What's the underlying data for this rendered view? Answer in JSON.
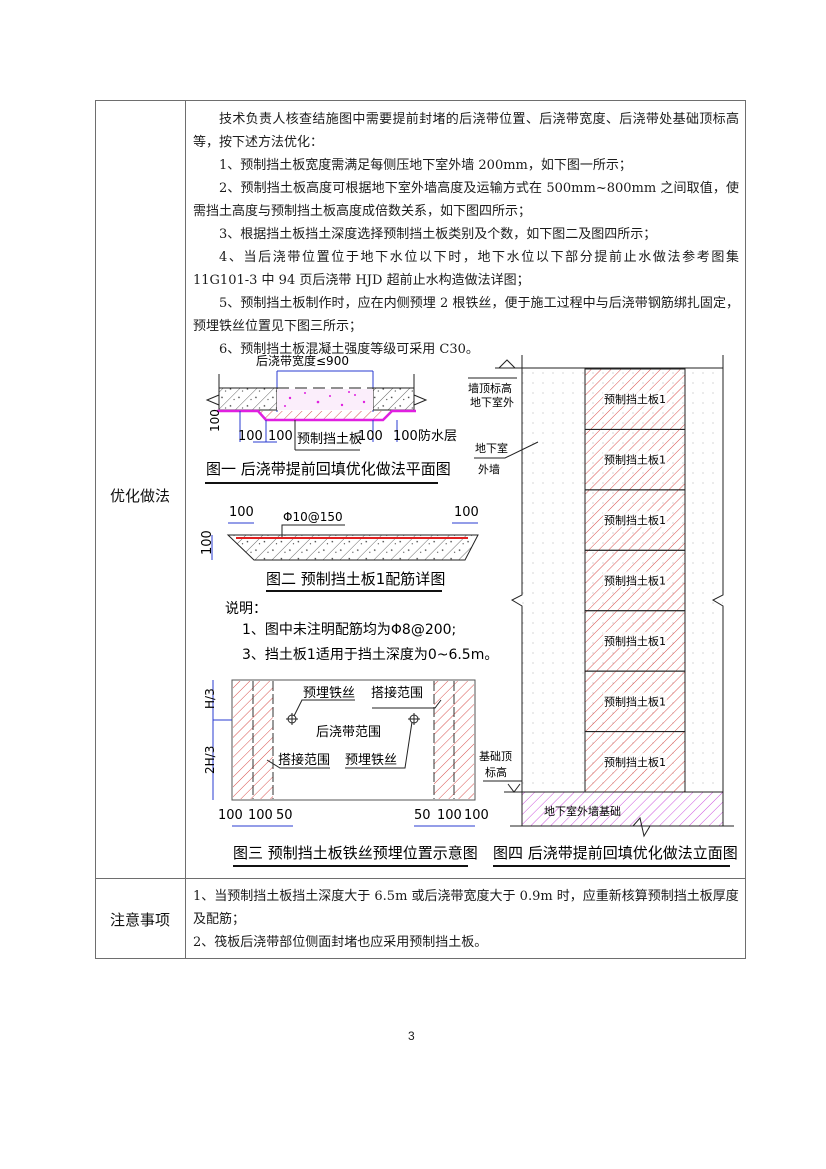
{
  "page_number": "3",
  "rows": {
    "method": {
      "label": "优化做法",
      "paragraphs": [
        "技术负责人核查结施图中需要提前封堵的后浇带位置、后浇带宽度、后浇带处基础顶标高等，按下述方法优化：",
        "1、预制挡土板宽度需满足每侧压地下室外墙 200mm，如下图一所示；",
        "2、预制挡土板高度可根据地下室外墙高度及运输方式在 500mm~800mm 之间取值，使需挡土高度与预制挡土板高度成倍数关系，如下图四所示；",
        "3、根据挡土板挡土深度选择预制挡土板类别及个数，如下图二及图四所示；",
        "4、当后浇带位置位于地下水位以下时，地下水位以下部分提前止水做法参考图集 11G101-3 中 94 页后浇带 HJD 超前止水构造做法详图；",
        "5、预制挡土板制作时，应在内侧预埋 2 根铁丝，便于施工过程中与后浇带钢筋绑扎固定，预埋铁丝位置见下图三所示；",
        "6、预制挡土板混凝土强度等级可采用 C30。"
      ]
    },
    "notes": {
      "label": "注意事项",
      "items": [
        "1、当预制挡土板挡土深度大于 6.5m 或后浇带宽度大于 0.9m 时，应重新核算预制挡土板厚度及配筋；",
        "2、筏板后浇带部位侧面封堵也应采用预制挡土板。"
      ]
    }
  },
  "figures": {
    "fig1": {
      "title": "图一  后浇带提前回填优化做法平面图",
      "width_label": "后浇带宽度≤900",
      "dims": [
        "100",
        "100",
        "100",
        "100"
      ],
      "thickness": "100",
      "panel_label": "预制挡土板",
      "waterproof_label": "防水层"
    },
    "fig2": {
      "title": "图二  预制挡土板1配筋详图",
      "rebar_label": "Φ10@150",
      "dims": [
        "100",
        "100"
      ],
      "thickness": "100",
      "notes_heading": "说明：",
      "notes": [
        "1、图中未注明配筋均为Φ8@200;",
        "3、挡土板1适用于挡土深度为0~6.5m。"
      ]
    },
    "fig3": {
      "title": "图三  预制挡土板铁丝预埋位置示意图",
      "height_labels": [
        "H/3",
        "2H/3"
      ],
      "labels": {
        "wire_top": "预埋铁丝",
        "lap_top": "搭接范围",
        "band_range": "后浇带范围",
        "lap_bottom": "搭接范围",
        "wire_bottom": "预埋铁丝"
      },
      "dims_left": [
        "100",
        "100",
        "50"
      ],
      "dims_right": [
        "50",
        "100",
        "100"
      ]
    },
    "fig4": {
      "title": "图四  后浇带提前回填优化做法立面图",
      "wall_top_label": [
        "墙顶标高",
        "地下室外"
      ],
      "wall_label": [
        "地下室",
        "外墙"
      ],
      "base_top_label": [
        "基础顶",
        "标高"
      ],
      "panel_label": "预制挡土板1",
      "panel_count": 7,
      "foundation_label": "地下室外墙基础"
    }
  },
  "colors": {
    "table_border": "#6e6e6e",
    "hatch_red": "#d9534f",
    "magenta": "#e020e0",
    "dim_blue": "#2a3bd0",
    "rebar_red": "#e02020"
  }
}
